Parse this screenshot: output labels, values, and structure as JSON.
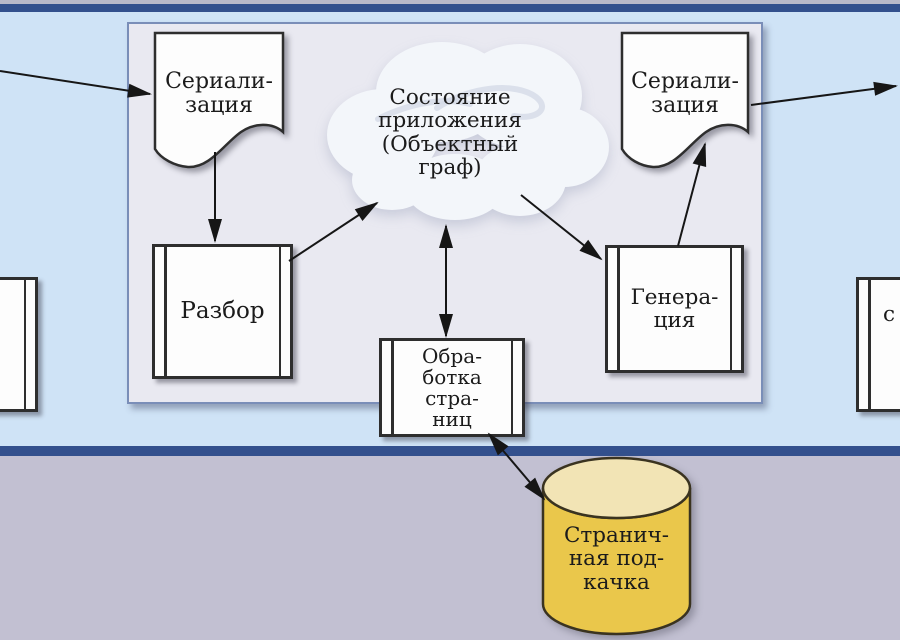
{
  "palette": {
    "outer_top_strip": "#b9b9c9",
    "outer_bottom_strip": "#c2c0d2",
    "band_blue": "#cfe3f6",
    "border_navy": "#33508d",
    "inner_fill": "#e9e9f1",
    "inner_border": "#7a8eb8",
    "shape_fill": "#fdfdfd",
    "shape_stroke": "#2e2e2e",
    "cloud_fill": "#f3f6fa",
    "cylinder_body": "#eac74b",
    "cylinder_top": "#f2e4b5",
    "text_color": "#1b1b1b"
  },
  "nodes": {
    "doc_left": {
      "type": "document",
      "label": "Сериали-\nзация"
    },
    "parse": {
      "type": "process",
      "label": "Разбор"
    },
    "cloud": {
      "type": "cloud",
      "label": "Состояние\nприложения\n(Объектный\nграф)"
    },
    "page_processing": {
      "type": "process",
      "label": "Обра-\nботка\nстра-\nниц"
    },
    "generate": {
      "type": "process",
      "label": "Генера-\nция"
    },
    "doc_right": {
      "type": "document",
      "label": "Сериали-\nзация"
    },
    "paging": {
      "type": "datastore-cylinder",
      "label": "Странич-\nная под-\nкачка"
    },
    "process_left_partial": {
      "type": "process",
      "label": ""
    },
    "process_right_partial": {
      "type": "process",
      "label": "с"
    }
  },
  "edges": [
    {
      "id": "edge-in-left",
      "from": "offscreen-left",
      "to": "doc_left",
      "style": "arrow"
    },
    {
      "id": "edge-doc-left-to-parse",
      "from": "doc_left",
      "to": "parse",
      "style": "arrow"
    },
    {
      "id": "edge-parse-to-cloud",
      "from": "parse",
      "to": "cloud",
      "style": "arrow"
    },
    {
      "id": "edge-cloud-page",
      "from": "cloud",
      "to": "page_processing",
      "style": "double-arrow"
    },
    {
      "id": "edge-cloud-to-generate",
      "from": "cloud",
      "to": "generate",
      "style": "arrow"
    },
    {
      "id": "edge-generate-to-doc-right",
      "from": "generate",
      "to": "doc_right",
      "style": "arrow"
    },
    {
      "id": "edge-out-right",
      "from": "doc_right",
      "to": "offscreen-right",
      "style": "arrow"
    },
    {
      "id": "edge-page-paging",
      "from": "page_processing",
      "to": "paging",
      "style": "double-arrow"
    }
  ]
}
